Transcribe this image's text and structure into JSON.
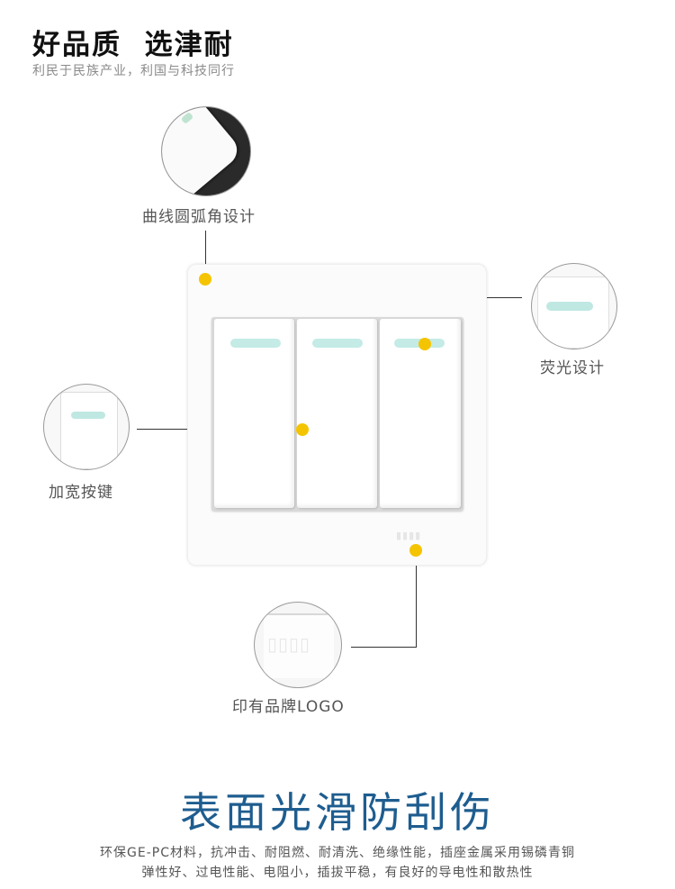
{
  "header": {
    "title": "好品质  选津耐",
    "subtitle": "利民于民族产业，利国与科技同行"
  },
  "callouts": {
    "corner": "曲线圆弧角设计",
    "fluorescent": "荧光设计",
    "wide_keys": "加宽按键",
    "logo": "印有品牌LOGO"
  },
  "footer": {
    "headline": "表面光滑防刮伤",
    "line1": "环保GE-PC材料，抗冲击、耐阻燃、耐清洗、绝缘性能，插座金属采用锡磷青铜",
    "line2": "弹性好、过电性能、电阻小，插拔平稳，有良好的导电性和散热性"
  },
  "colors": {
    "accent_dot": "#f5c400",
    "headline": "#1e5d8f",
    "indicator": "#c4ebe6"
  }
}
